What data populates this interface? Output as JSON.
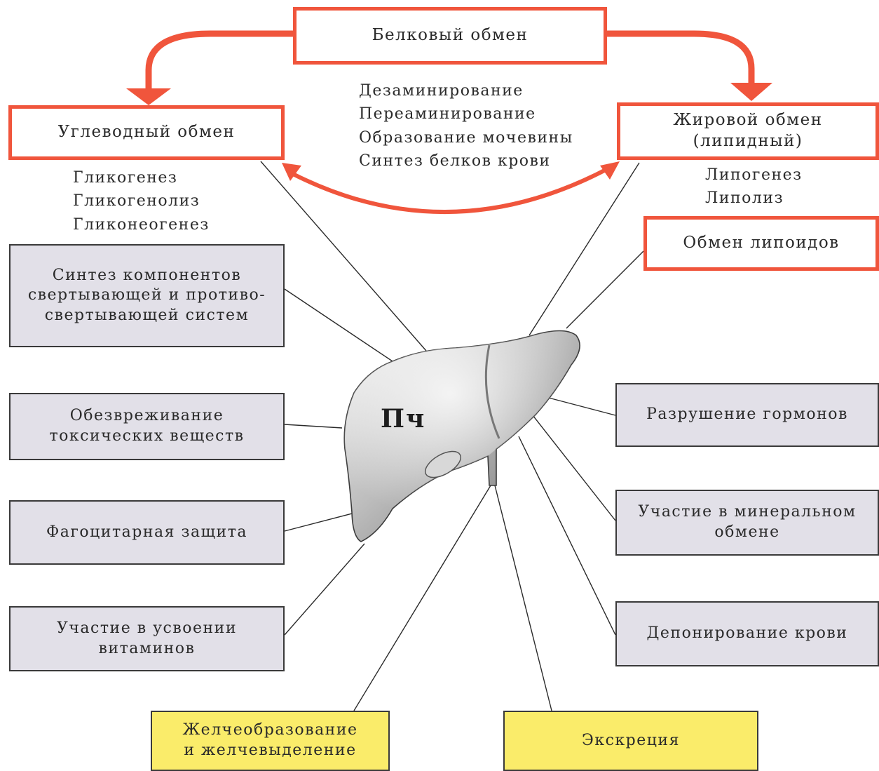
{
  "metabolism": {
    "protein": {
      "title": "Белковый обмен",
      "processes": [
        "Дезаминирование",
        "Переаминирование",
        "Образование мочевины",
        "Синтез белков крови"
      ]
    },
    "carbohydrate": {
      "title": "Углеводный обмен",
      "processes": [
        "Гликогенез",
        "Гликогенолиз",
        "Гликонеогенез"
      ]
    },
    "fat": {
      "title": "Жировой обмен\n(липидный)",
      "processes": [
        "Липогенез",
        "Липолиз"
      ]
    },
    "lipoid": {
      "title": "Обмен липоидов"
    }
  },
  "liver": {
    "label": "Пч"
  },
  "functions": {
    "coagulation": "Синтез компонентов\nсвертывающей и противо-\nсвертывающей систем",
    "detox": "Обезвреживание\nтоксических веществ",
    "phagocytic": "Фагоцитарная защита",
    "vitamins": "Участие в усвоении\nвитаминов",
    "hormones": "Разрушение гормонов",
    "mineral": "Участие в минеральном\nобмене",
    "blood_depot": "Депонирование крови",
    "bile": "Желчеобразование\nи желчевыделение",
    "excretion": "Экскреция"
  },
  "colors": {
    "red": "#f0553c",
    "gray_box": "#e2e0e8",
    "yellow_box": "#faec6a",
    "line": "#2a2a2a"
  }
}
